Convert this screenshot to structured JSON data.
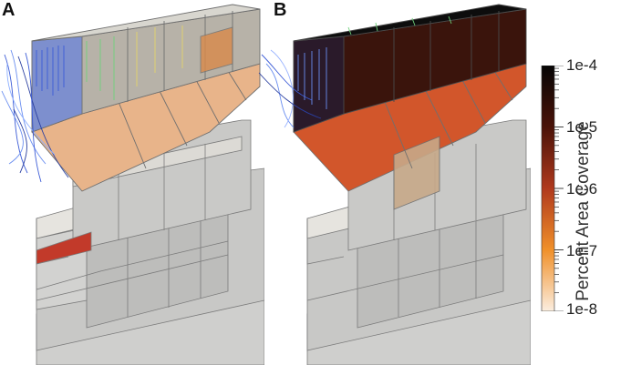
{
  "panels": [
    {
      "label": "A",
      "ceiling_fill": "#e8b48a",
      "streamline_colors": [
        "#3b5bd6",
        "#6a8ef0",
        "#2a3fa0",
        "#8fb0ff",
        "#6fd07a",
        "#e4d36a"
      ]
    },
    {
      "label": "B",
      "ceiling_fill": "#d2562b",
      "streamline_colors": [
        "#3b5bd6",
        "#6a8ef0",
        "#9ab4ff",
        "#2a3fa0"
      ]
    }
  ],
  "colorbar": {
    "title": "Percent Area Coverage",
    "tick_labels": [
      "1e-4",
      "1e-5",
      "1e-6",
      "1e-7",
      "1e-8"
    ],
    "scale": "log",
    "range": [
      1e-08,
      0.0001
    ],
    "colors": {
      "high": "#050505",
      "mid_high": "#4a1208",
      "mid": "#b0391d",
      "mid_low": "#f0902a",
      "low": "#fbeee0"
    }
  },
  "wall_color": "#c9c9c7"
}
